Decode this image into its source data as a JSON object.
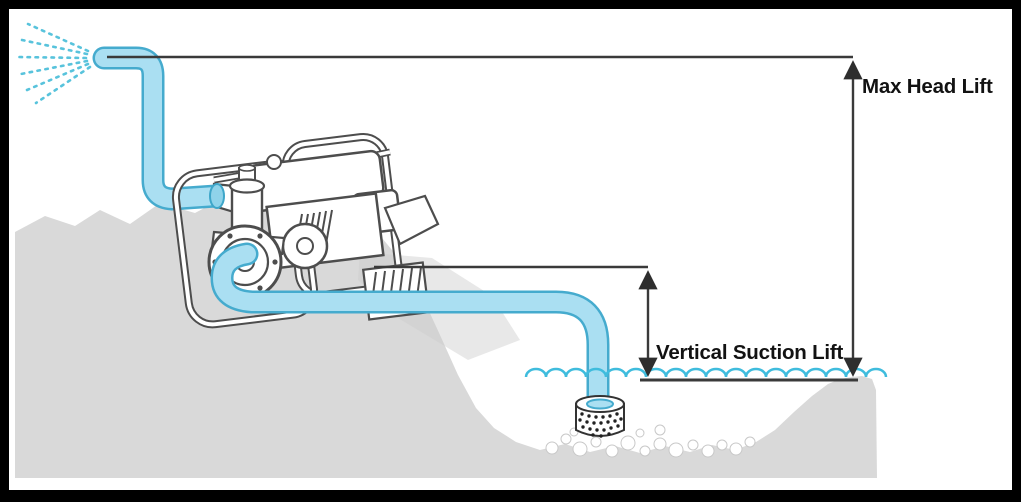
{
  "diagram": {
    "type": "pump-lift-diagram",
    "labels": {
      "max_head_lift": "Max Head Lift",
      "vertical_suction_lift": "Vertical Suction Lift"
    },
    "components": [
      "spray-icon",
      "discharge-hose",
      "water-pump",
      "suction-hose",
      "strainer",
      "water-surface",
      "ground",
      "max-head-dimension",
      "suction-lift-dimension"
    ],
    "colors": {
      "background": "#ffffff",
      "border": "#000000",
      "hose_fill": "#aadff2",
      "hose_outline": "#45abce",
      "spray": "#58c3dc",
      "wave": "#3fbcdd",
      "ground": "#d9d9d9",
      "ground_shadow": "#cbcbcb",
      "line_art": "#4d4d4d",
      "dimension_line": "#3a3a3a",
      "text": "#121212"
    }
  }
}
